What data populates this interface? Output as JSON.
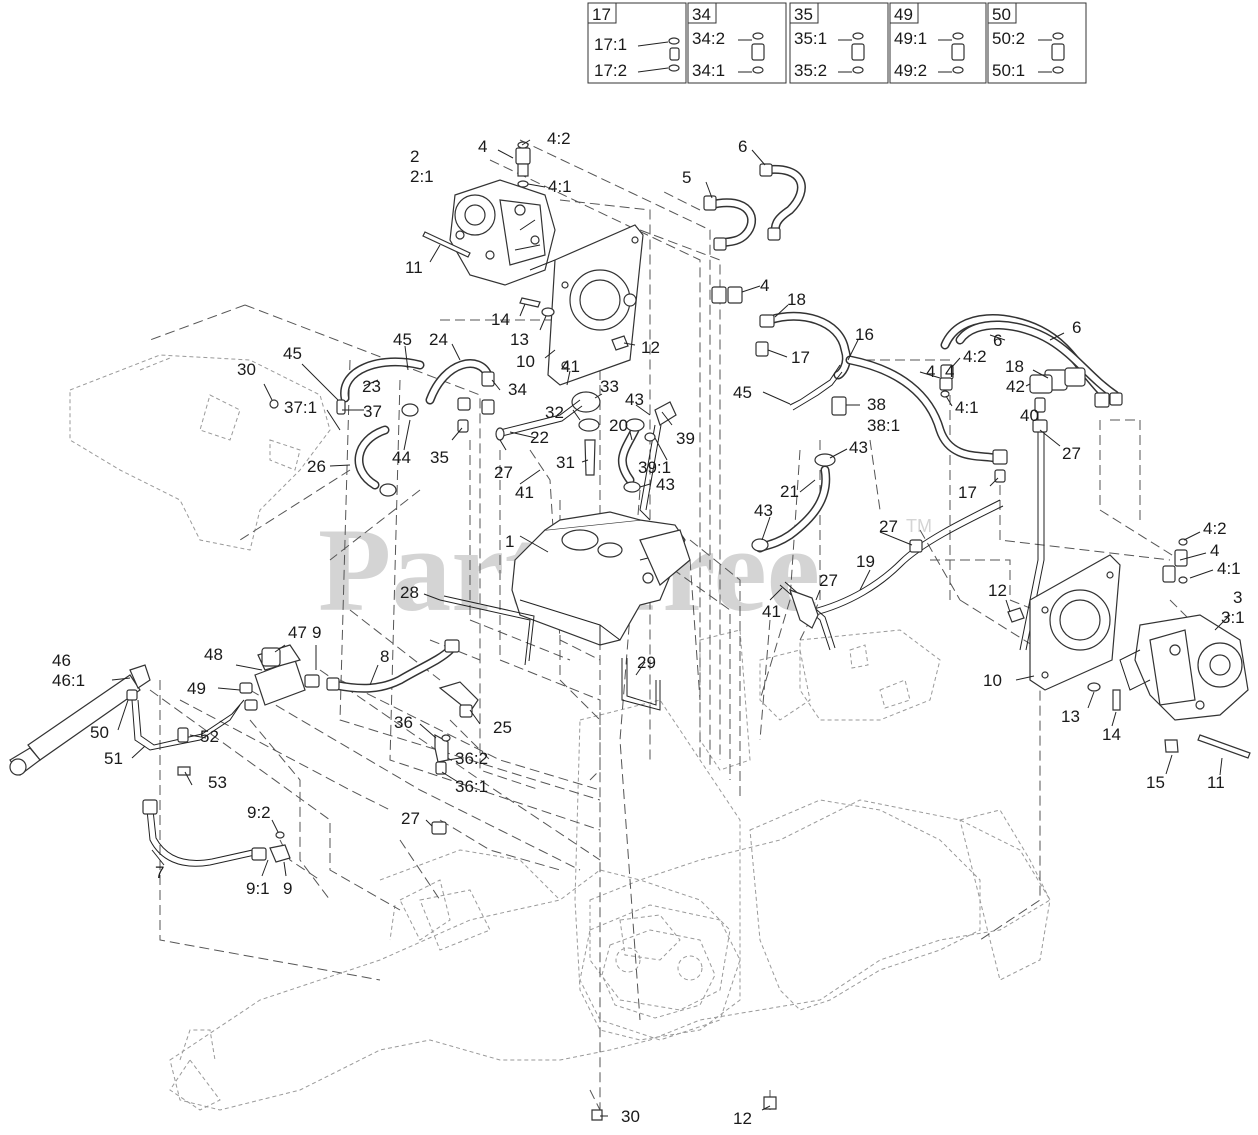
{
  "watermark": {
    "text": "PartsTree",
    "tm": "TM"
  },
  "insets": [
    {
      "id": "17",
      "rows": [
        "17:1",
        "17:2"
      ]
    },
    {
      "id": "34",
      "rows": [
        "34:2",
        "34:1"
      ]
    },
    {
      "id": "35",
      "rows": [
        "35:1",
        "35:2"
      ]
    },
    {
      "id": "49",
      "rows": [
        "49:1",
        "49:2"
      ]
    },
    {
      "id": "50",
      "rows": [
        "50:2",
        "50:1"
      ]
    }
  ],
  "callouts": [
    "2",
    "2:1",
    "4",
    "4:2",
    "4:1",
    "6",
    "5",
    "11",
    "14",
    "13",
    "10",
    "12",
    "18",
    "4",
    "16",
    "6",
    "6",
    "4",
    "4:2",
    "18",
    "4",
    "4:1",
    "42",
    "40",
    "27",
    "17",
    "17",
    "45",
    "41",
    "33",
    "32",
    "43",
    "20",
    "39",
    "39:1",
    "38",
    "38:1",
    "43",
    "43",
    "30",
    "45",
    "24",
    "45",
    "23",
    "34",
    "37:1",
    "37",
    "22",
    "26",
    "44",
    "35",
    "27",
    "31",
    "41",
    "43",
    "21",
    "1",
    "28",
    "27",
    "19",
    "41",
    "27",
    "4:2",
    "4",
    "4:1",
    "3",
    "3:1",
    "12",
    "10",
    "13",
    "14",
    "15",
    "11",
    "46",
    "46:1",
    "48",
    "47",
    "9",
    "8",
    "49",
    "50",
    "52",
    "51",
    "53",
    "29",
    "25",
    "36",
    "36:2",
    "36:1",
    "9:2",
    "27",
    "7",
    "9:1",
    "9",
    "30",
    "12"
  ]
}
